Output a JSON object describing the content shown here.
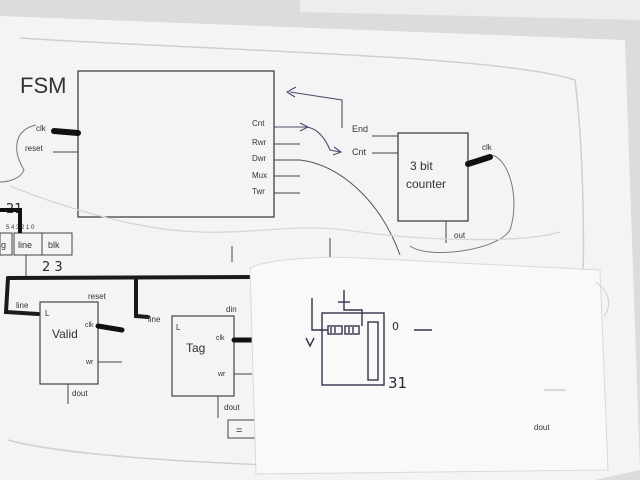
{
  "fsm": {
    "title": "FSM",
    "inputs": [
      "clk",
      "reset"
    ],
    "outputs": [
      "Cnt",
      "Rwr",
      "Dwr",
      "Mux",
      "Twr"
    ]
  },
  "counter": {
    "label_line1": "3 bit",
    "label_line2": "counter",
    "in_end": "End",
    "in_cnt": "Cnt",
    "clk": "clk",
    "out": "out"
  },
  "address": {
    "field_tag": "g",
    "field_line": "line",
    "field_blk": "blk",
    "bit_numbers": "5 4 3 2 1 0",
    "handwritten_top": "21",
    "handwritten_bottom": "2 3"
  },
  "valid": {
    "title": "Valid",
    "line": "line",
    "L": "L",
    "reset": "reset",
    "clk": "clk",
    "wr": "wr",
    "dout": "dout"
  },
  "tag": {
    "title": "Tag",
    "line": "line",
    "L": "L",
    "din": "din",
    "clk": "clk",
    "wr": "wr",
    "dout": "dout"
  },
  "comparator": {
    "symbol": "="
  },
  "sketch": {
    "label_0": "0",
    "label_31": "31",
    "dout": "dout"
  }
}
